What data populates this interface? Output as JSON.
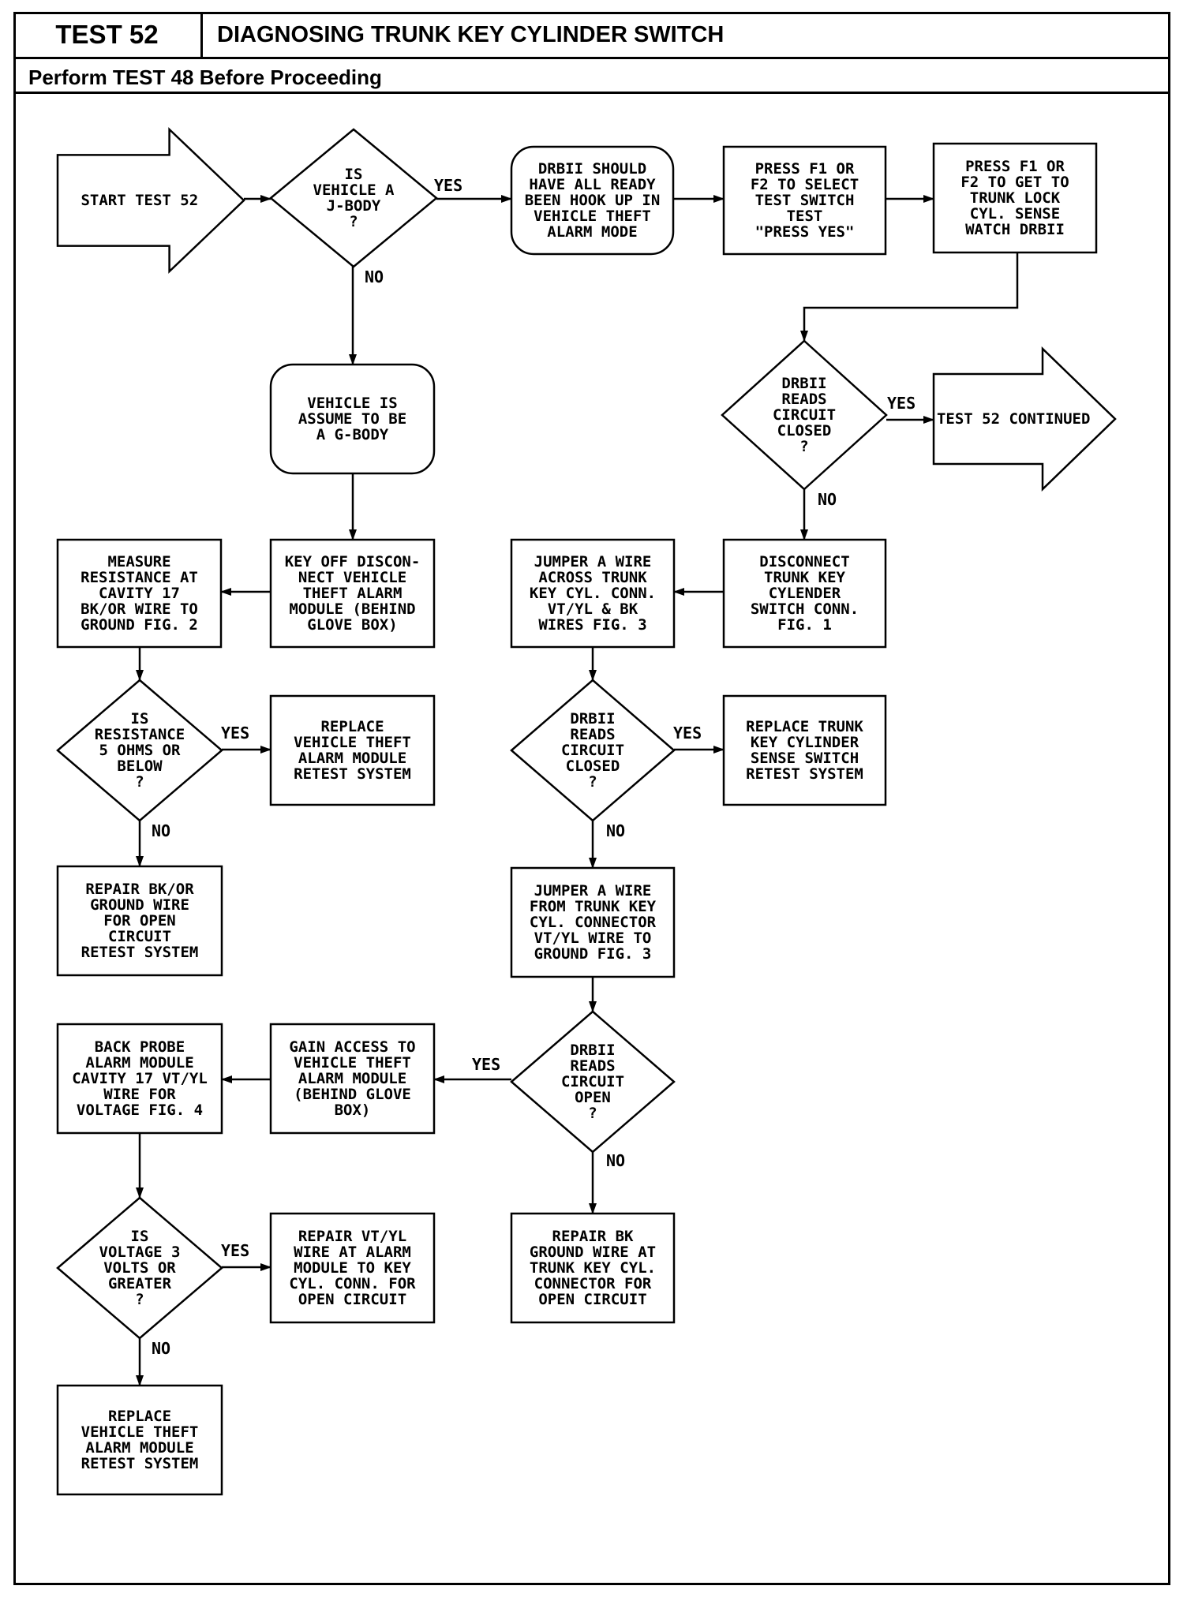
{
  "header": {
    "test_number": "TEST 52",
    "title": "DIAGNOSING TRUNK KEY CYLINDER SWITCH",
    "subtitle": "Perform TEST 48 Before Proceeding"
  },
  "nodes": [
    {
      "id": "start",
      "shape": "arrow",
      "lines": [
        "START TEST 52"
      ]
    },
    {
      "id": "d_jbody",
      "shape": "diamond",
      "lines": [
        "IS",
        "VEHICLE A",
        "J-BODY",
        "?"
      ]
    },
    {
      "id": "drbii_hook",
      "shape": "rounded",
      "lines": [
        "DRBII SHOULD",
        "HAVE ALL READY",
        "BEEN HOOK UP IN",
        "VEHICLE THEFT",
        "ALARM MODE"
      ]
    },
    {
      "id": "press_f1_select",
      "shape": "rect",
      "lines": [
        "PRESS F1 OR",
        "F2 TO SELECT",
        "TEST SWITCH",
        "TEST",
        "\"PRESS YES\""
      ]
    },
    {
      "id": "press_f1_trunk",
      "shape": "rect",
      "lines": [
        "PRESS F1 OR",
        "F2 TO GET TO",
        "TRUNK LOCK",
        "CYL. SENSE",
        "WATCH DRBII"
      ]
    },
    {
      "id": "d_reads_closed1",
      "shape": "diamond",
      "lines": [
        "DRBII",
        "READS",
        "CIRCUIT",
        "CLOSED",
        "?"
      ]
    },
    {
      "id": "test52_cont",
      "shape": "arrow",
      "lines": [
        "TEST 52 CONTINUED"
      ]
    },
    {
      "id": "gbody",
      "shape": "rounded",
      "lines": [
        "VEHICLE IS",
        "ASSUME TO BE",
        "A G-BODY"
      ]
    },
    {
      "id": "key_off",
      "shape": "rect",
      "lines": [
        "KEY OFF DISCON-",
        "NECT VEHICLE",
        "THEFT ALARM",
        "MODULE (BEHIND",
        "GLOVE BOX)"
      ]
    },
    {
      "id": "measure_res",
      "shape": "rect",
      "lines": [
        "MEASURE",
        "RESISTANCE AT",
        "CAVITY 17",
        "BK/OR WIRE TO",
        "GROUND FIG. 2"
      ]
    },
    {
      "id": "disconnect_trunk",
      "shape": "rect",
      "lines": [
        "DISCONNECT",
        "TRUNK KEY",
        "CYLENDER",
        "SWITCH CONN.",
        "FIG. 1"
      ]
    },
    {
      "id": "jumper_across",
      "shape": "rect",
      "lines": [
        "JUMPER A WIRE",
        "ACROSS TRUNK",
        "KEY CYL. CONN.",
        "VT/YL & BK",
        "WIRES FIG. 3"
      ]
    },
    {
      "id": "d_res5",
      "shape": "diamond",
      "lines": [
        "IS",
        "RESISTANCE",
        "5 OHMS OR",
        "BELOW",
        "?"
      ]
    },
    {
      "id": "replace_module1",
      "shape": "rect",
      "lines": [
        "REPLACE",
        "VEHICLE THEFT",
        "ALARM MODULE",
        "RETEST SYSTEM"
      ]
    },
    {
      "id": "d_reads_closed2",
      "shape": "diamond",
      "lines": [
        "DRBII",
        "READS",
        "CIRCUIT",
        "CLOSED",
        "?"
      ]
    },
    {
      "id": "replace_trunk_sw",
      "shape": "rect",
      "lines": [
        "REPLACE TRUNK",
        "KEY CYLINDER",
        "SENSE SWITCH",
        "RETEST SYSTEM"
      ]
    },
    {
      "id": "repair_bkor",
      "shape": "rect",
      "lines": [
        "REPAIR BK/OR",
        "GROUND WIRE",
        "FOR OPEN",
        "CIRCUIT",
        "RETEST SYSTEM"
      ]
    },
    {
      "id": "jumper_ground",
      "shape": "rect",
      "lines": [
        "JUMPER A WIRE",
        "FROM TRUNK KEY",
        "CYL. CONNECTOR",
        "VT/YL WIRE TO",
        "GROUND FIG. 3"
      ]
    },
    {
      "id": "back_probe",
      "shape": "rect",
      "lines": [
        "BACK PROBE",
        "ALARM MODULE",
        "CAVITY 17 VT/YL",
        "WIRE FOR",
        "VOLTAGE FIG. 4"
      ]
    },
    {
      "id": "gain_access",
      "shape": "rect",
      "lines": [
        "GAIN ACCESS TO",
        "VEHICLE THEFT",
        "ALARM MODULE",
        "(BEHIND GLOVE",
        "BOX)"
      ]
    },
    {
      "id": "d_reads_open",
      "shape": "diamond",
      "lines": [
        "DRBII",
        "READS",
        "CIRCUIT",
        "OPEN",
        "?"
      ]
    },
    {
      "id": "d_volt3",
      "shape": "diamond",
      "lines": [
        "IS",
        "VOLTAGE 3",
        "VOLTS OR",
        "GREATER",
        "?"
      ]
    },
    {
      "id": "repair_vtyl",
      "shape": "rect",
      "lines": [
        "REPAIR VT/YL",
        "WIRE AT ALARM",
        "MODULE TO KEY",
        "CYL. CONN. FOR",
        "OPEN CIRCUIT"
      ]
    },
    {
      "id": "repair_bk_ground",
      "shape": "rect",
      "lines": [
        "REPAIR BK",
        "GROUND WIRE AT",
        "TRUNK KEY CYL.",
        "CONNECTOR FOR",
        "OPEN CIRCUIT"
      ]
    },
    {
      "id": "replace_module2",
      "shape": "rect",
      "lines": [
        "REPLACE",
        "VEHICLE THEFT",
        "ALARM MODULE",
        "RETEST SYSTEM"
      ]
    }
  ],
  "edges": [
    {
      "from": "start",
      "to": "d_jbody",
      "label": ""
    },
    {
      "from": "d_jbody",
      "to": "drbii_hook",
      "label": "YES"
    },
    {
      "from": "d_jbody",
      "to": "gbody",
      "label": "NO"
    },
    {
      "from": "drbii_hook",
      "to": "press_f1_select",
      "label": ""
    },
    {
      "from": "press_f1_select",
      "to": "press_f1_trunk",
      "label": ""
    },
    {
      "from": "press_f1_trunk",
      "to": "d_reads_closed1",
      "label": ""
    },
    {
      "from": "d_reads_closed1",
      "to": "test52_cont",
      "label": "YES"
    },
    {
      "from": "d_reads_closed1",
      "to": "disconnect_trunk",
      "label": "NO"
    },
    {
      "from": "gbody",
      "to": "key_off",
      "label": ""
    },
    {
      "from": "key_off",
      "to": "measure_res",
      "label": ""
    },
    {
      "from": "disconnect_trunk",
      "to": "jumper_across",
      "label": ""
    },
    {
      "from": "measure_res",
      "to": "d_res5",
      "label": ""
    },
    {
      "from": "d_res5",
      "to": "replace_module1",
      "label": "YES"
    },
    {
      "from": "d_res5",
      "to": "repair_bkor",
      "label": "NO"
    },
    {
      "from": "jumper_across",
      "to": "d_reads_closed2",
      "label": ""
    },
    {
      "from": "d_reads_closed2",
      "to": "replace_trunk_sw",
      "label": "YES"
    },
    {
      "from": "d_reads_closed2",
      "to": "jumper_ground",
      "label": "NO"
    },
    {
      "from": "jumper_ground",
      "to": "d_reads_open",
      "label": ""
    },
    {
      "from": "d_reads_open",
      "to": "gain_access",
      "label": "YES"
    },
    {
      "from": "d_reads_open",
      "to": "repair_bk_ground",
      "label": "NO"
    },
    {
      "from": "gain_access",
      "to": "back_probe",
      "label": ""
    },
    {
      "from": "back_probe",
      "to": "d_volt3",
      "label": ""
    },
    {
      "from": "d_volt3",
      "to": "repair_vtyl",
      "label": "YES"
    },
    {
      "from": "d_volt3",
      "to": "replace_module2",
      "label": "NO"
    }
  ]
}
